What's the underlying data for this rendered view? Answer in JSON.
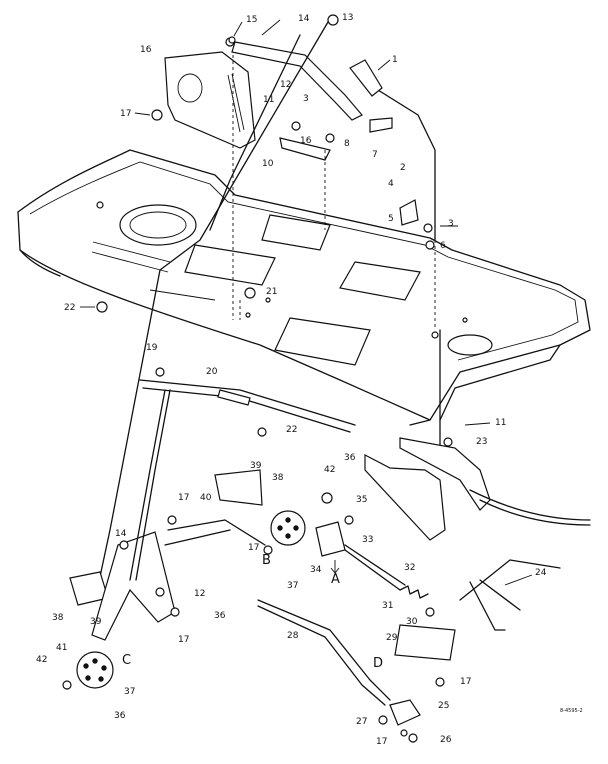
{
  "callouts": [
    {
      "id": "c1",
      "text": "1"
    },
    {
      "id": "c2",
      "text": "2"
    },
    {
      "id": "c3a",
      "text": "3"
    },
    {
      "id": "c3b",
      "text": "3"
    },
    {
      "id": "c4",
      "text": "4"
    },
    {
      "id": "c5",
      "text": "5"
    },
    {
      "id": "c6",
      "text": "6"
    },
    {
      "id": "c7",
      "text": "7"
    },
    {
      "id": "c8",
      "text": "8"
    },
    {
      "id": "c10",
      "text": "10"
    },
    {
      "id": "c11a",
      "text": "11"
    },
    {
      "id": "c11b",
      "text": "11"
    },
    {
      "id": "c12a",
      "text": "12"
    },
    {
      "id": "c12b",
      "text": "12"
    },
    {
      "id": "c13",
      "text": "13"
    },
    {
      "id": "c14a",
      "text": "14"
    },
    {
      "id": "c14b",
      "text": "14"
    },
    {
      "id": "c15",
      "text": "15"
    },
    {
      "id": "c16a",
      "text": "16"
    },
    {
      "id": "c16b",
      "text": "16"
    },
    {
      "id": "c17a",
      "text": "17"
    },
    {
      "id": "c17b",
      "text": "17"
    },
    {
      "id": "c17c",
      "text": "17"
    },
    {
      "id": "c17d",
      "text": "17"
    },
    {
      "id": "c17e",
      "text": "17"
    },
    {
      "id": "c17f",
      "text": "17"
    },
    {
      "id": "c19",
      "text": "19"
    },
    {
      "id": "c20",
      "text": "20"
    },
    {
      "id": "c21",
      "text": "21"
    },
    {
      "id": "c22a",
      "text": "22"
    },
    {
      "id": "c22b",
      "text": "22"
    },
    {
      "id": "c23",
      "text": "23"
    },
    {
      "id": "c24",
      "text": "24"
    },
    {
      "id": "c25",
      "text": "25"
    },
    {
      "id": "c26",
      "text": "26"
    },
    {
      "id": "c27",
      "text": "27"
    },
    {
      "id": "c28",
      "text": "28"
    },
    {
      "id": "c29",
      "text": "29"
    },
    {
      "id": "c30",
      "text": "30"
    },
    {
      "id": "c31",
      "text": "31"
    },
    {
      "id": "c32",
      "text": "32"
    },
    {
      "id": "c33",
      "text": "33"
    },
    {
      "id": "c34",
      "text": "34"
    },
    {
      "id": "c35",
      "text": "35"
    },
    {
      "id": "c36a",
      "text": "36"
    },
    {
      "id": "c36b",
      "text": "36"
    },
    {
      "id": "c36c",
      "text": "36"
    },
    {
      "id": "c37a",
      "text": "37"
    },
    {
      "id": "c37b",
      "text": "37"
    },
    {
      "id": "c38a",
      "text": "38"
    },
    {
      "id": "c38b",
      "text": "38"
    },
    {
      "id": "c39a",
      "text": "39"
    },
    {
      "id": "c39b",
      "text": "39"
    },
    {
      "id": "c40",
      "text": "40"
    },
    {
      "id": "c41",
      "text": "41"
    },
    {
      "id": "c42a",
      "text": "42"
    },
    {
      "id": "c42b",
      "text": "42"
    }
  ],
  "letters": [
    {
      "id": "A",
      "text": "A"
    },
    {
      "id": "B",
      "text": "B"
    },
    {
      "id": "C",
      "text": "C"
    },
    {
      "id": "D",
      "text": "D"
    }
  ],
  "drawing_code": "8-4595-2"
}
